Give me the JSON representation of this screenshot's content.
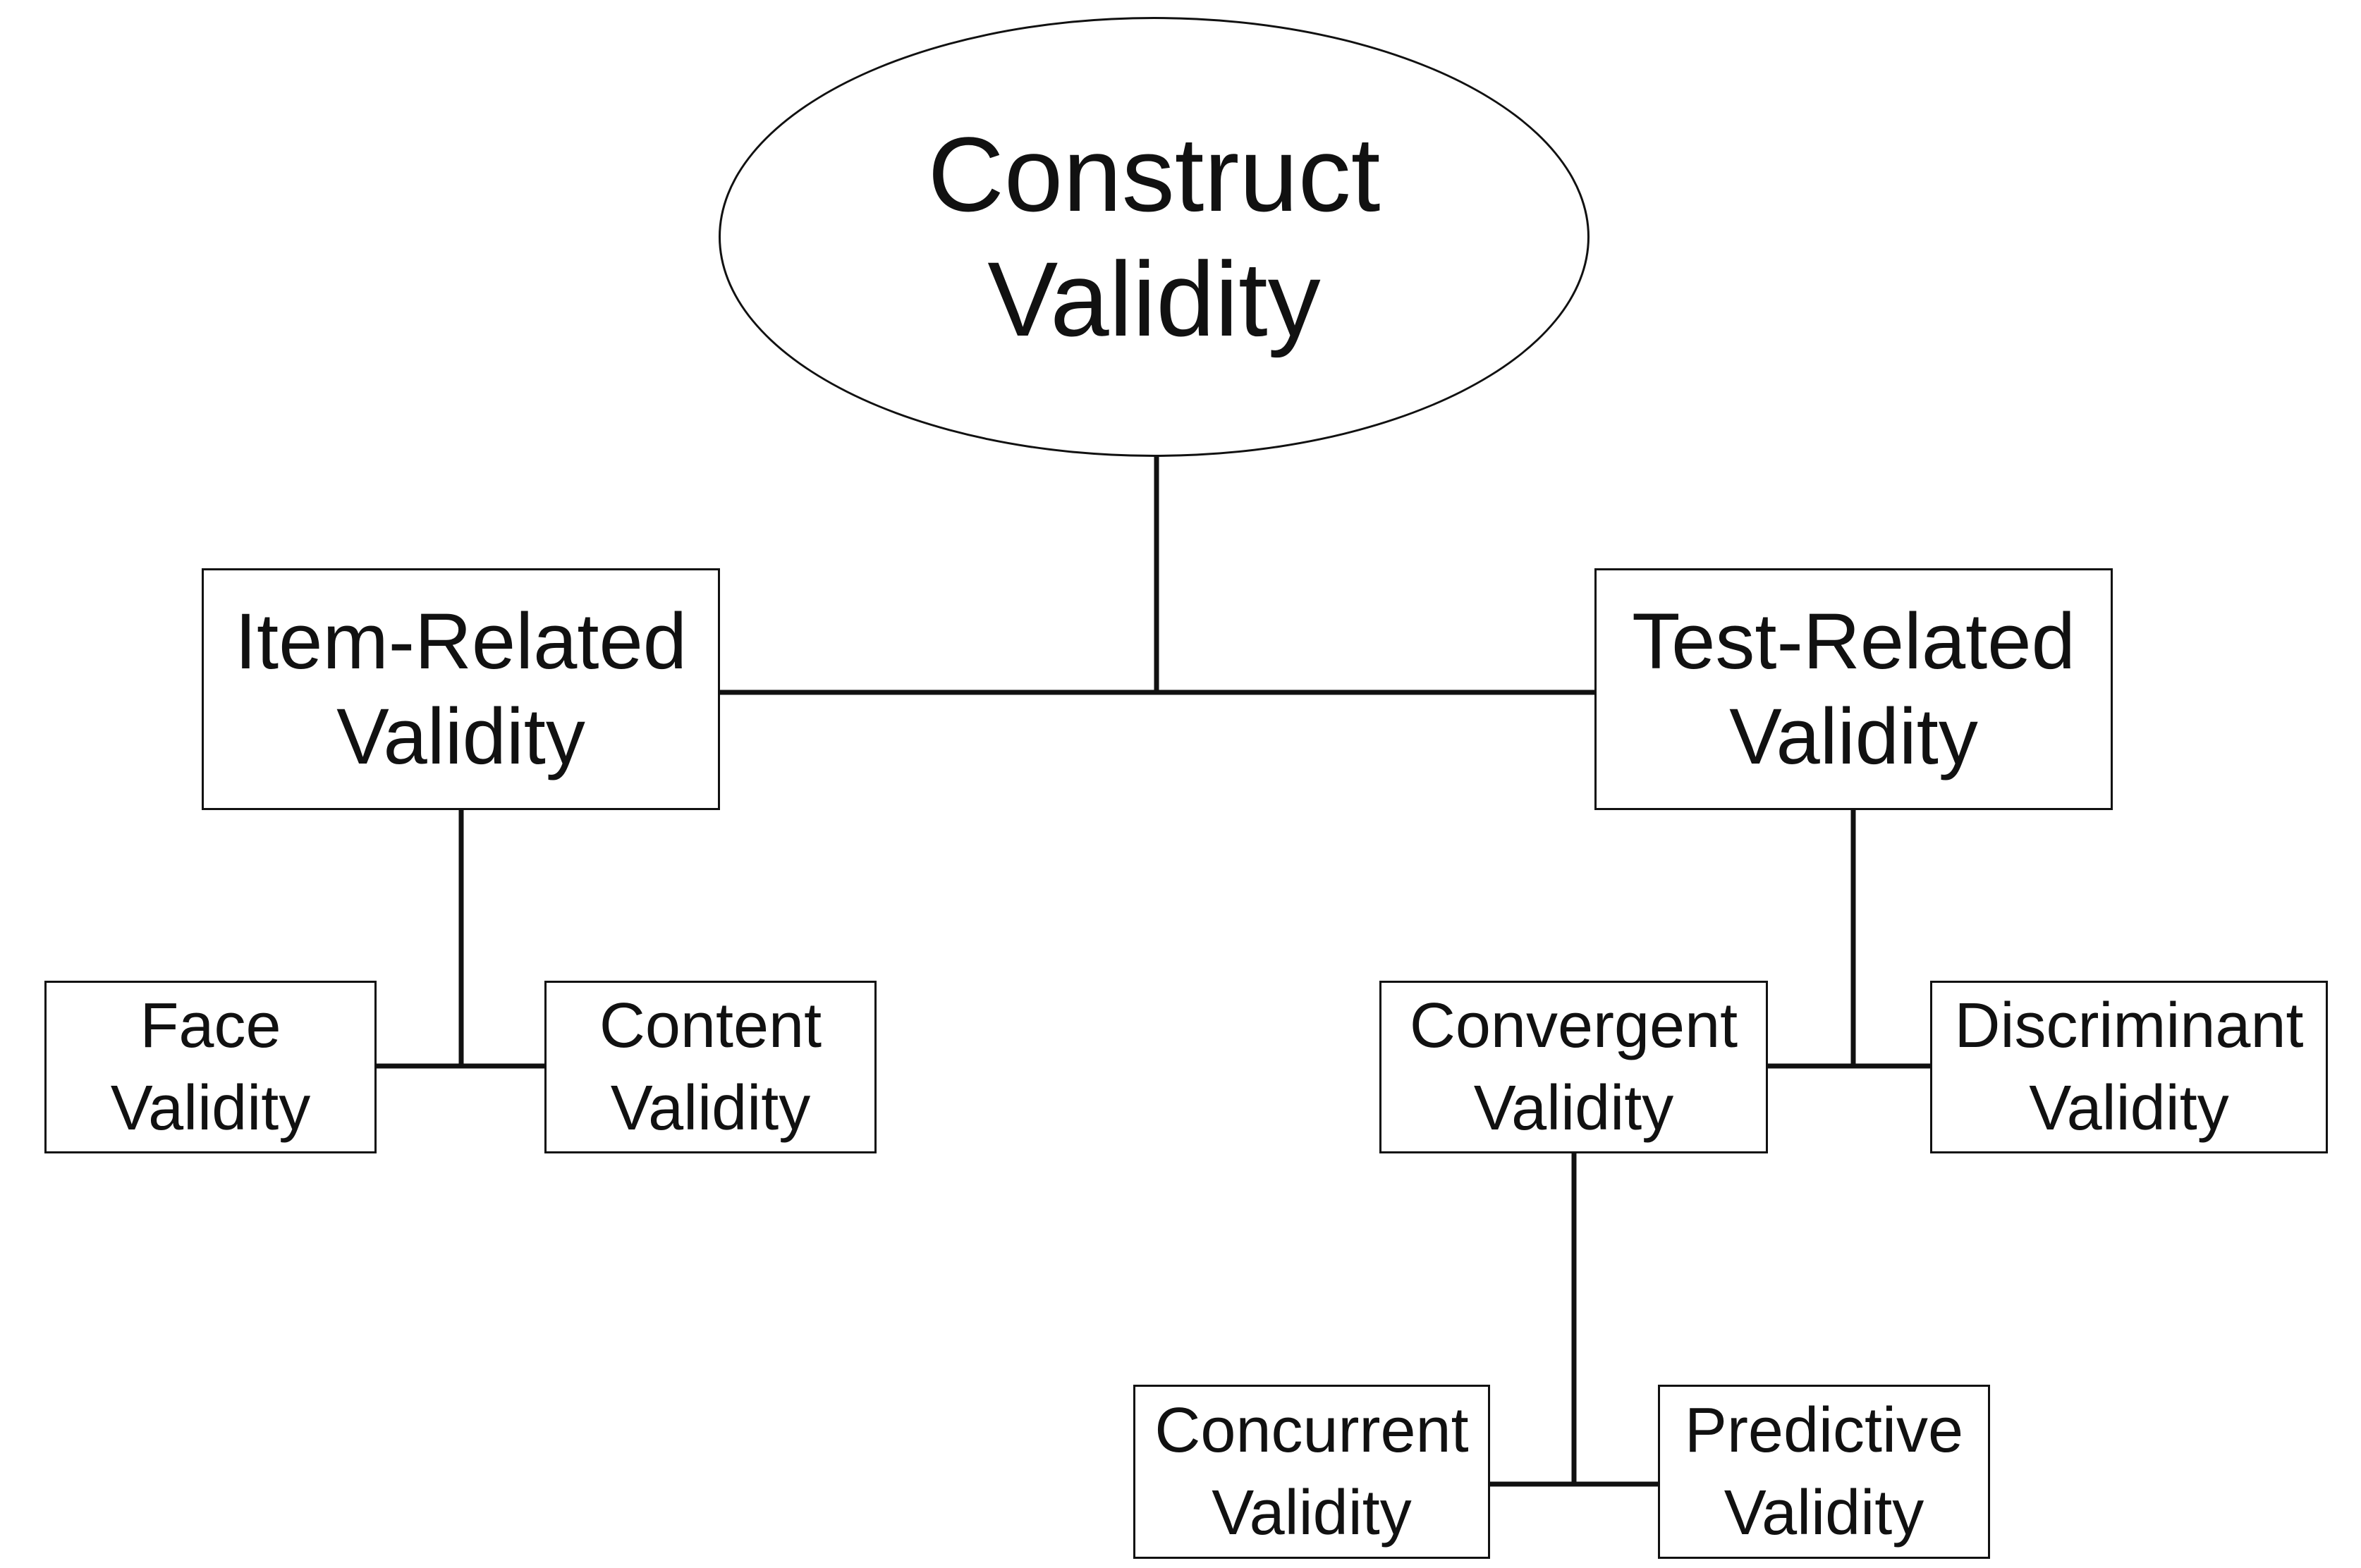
{
  "diagram": {
    "root": {
      "line1": "Construct",
      "line2": "Validity"
    },
    "item_related": {
      "line1": "Item-Related",
      "line2": "Validity"
    },
    "test_related": {
      "line1": "Test-Related",
      "line2": "Validity"
    },
    "face": {
      "line1": "Face",
      "line2": "Validity"
    },
    "content": {
      "line1": "Content",
      "line2": "Validity"
    },
    "convergent": {
      "line1": "Convergent",
      "line2": "Validity"
    },
    "discriminant": {
      "line1": "Discriminant",
      "line2": "Validity"
    },
    "concurrent": {
      "line1": "Concurrent",
      "line2": "Validity"
    },
    "predictive": {
      "line1": "Predictive",
      "line2": "Validity"
    }
  },
  "colors": {
    "stroke": "#111111",
    "background": "#ffffff",
    "text": "#111111"
  }
}
